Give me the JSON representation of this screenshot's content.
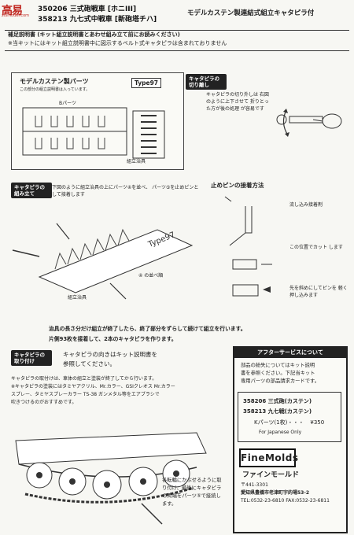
{
  "logo": {
    "text": "高易",
    "url": "ztsmodel.com"
  },
  "header": {
    "line1": "350206 三式砲戦車 [ホニIII]",
    "line2": "358213 九七式中戦車 [新砲塔チハ]",
    "title": "モデルカステン製連結式組立キャタピラ付"
  },
  "supplement": {
    "line1": "補足説明書 (キット組立説明書とあわせ組み立て前にお読みください)",
    "line2": "※当キットにはキット組立説明書中に図示するベルト式キャタピラは含まれておりません"
  },
  "parts_panel": {
    "title": "モデルカステン製パーツ",
    "subtitle": "この部分の組立説明書は入っています。",
    "part_label": "Bパーツ",
    "jig_label": "組立治具",
    "type_label": "Type97"
  },
  "cut_section": {
    "label": "キャタピラの 切り離し",
    "text": "キャタピラの切り外しは 右図のように上下させて 折りとった方が後の処理 が容易です"
  },
  "assembly_section": {
    "label": "キャタピラの 組み立て",
    "text": "下図のように組立治具の上にパーツ④を並べ、 パーツ⑤を止めピンとして接着します",
    "arrow_label": "④ の並べ順",
    "jig_label": "組立治具"
  },
  "pin_section": {
    "title": "止めピンの接着方法",
    "step1": "流し込み接着剤",
    "step2": "この位置でカット します",
    "step3": "先を斜めにしてピンを 軽く押し込みます"
  },
  "bottom_note": {
    "line1": "治具の長さ分だけ組立が終了したら、終了部分をずらして続けて組立を行います。",
    "line2": "片側93枚を接着して、2本のキャタピラを作ります。"
  },
  "install_section": {
    "label": "キャタピラの 取り付け",
    "text1": "キャタピラの向きはキット説明書を",
    "text2": "参照してください。",
    "detail1": "キャタピラの取付けは、車体の組立と塗装が終了してから行います。",
    "detail2": "※キャタピラの塗装にはタミヤアクリル、Mr.カラー、GSIクレオス Mr.カラー",
    "detail3": "スプレー、タミヤスプレーカラー TS-38 ガンメタル等をエアブラシで",
    "detail4": "吹きつけるのがおすすめです。",
    "wheel_note": "各転輪にかぶせるように取り付け、最後にキャタピラの両端をパーツ⑤で接続します。"
  },
  "after_service": {
    "title": "アフターサービスについて",
    "text1": "部品の紛失についてはキット説明",
    "text2": "書を参照ください。下記当キット",
    "text3": "専用パーツの部品請求カードです。",
    "row1_code": "358206",
    "row1_name": "三式砲(カステン)",
    "row2_code": "358213",
    "row2_name": "九七戦(カステン)",
    "row3_part": "Kパーツ(1枚)・・・",
    "row3_price": "¥350",
    "japanese_only": "For Japanese Only",
    "brand": "FineMolds",
    "brand_jp": "ファインモールド",
    "postal": "〒441-3301",
    "address": "愛知県豊橋市老津町字的場53-2",
    "tel": "TEL:0532-23-6810",
    "fax": "FAX:0532-23-6811"
  }
}
